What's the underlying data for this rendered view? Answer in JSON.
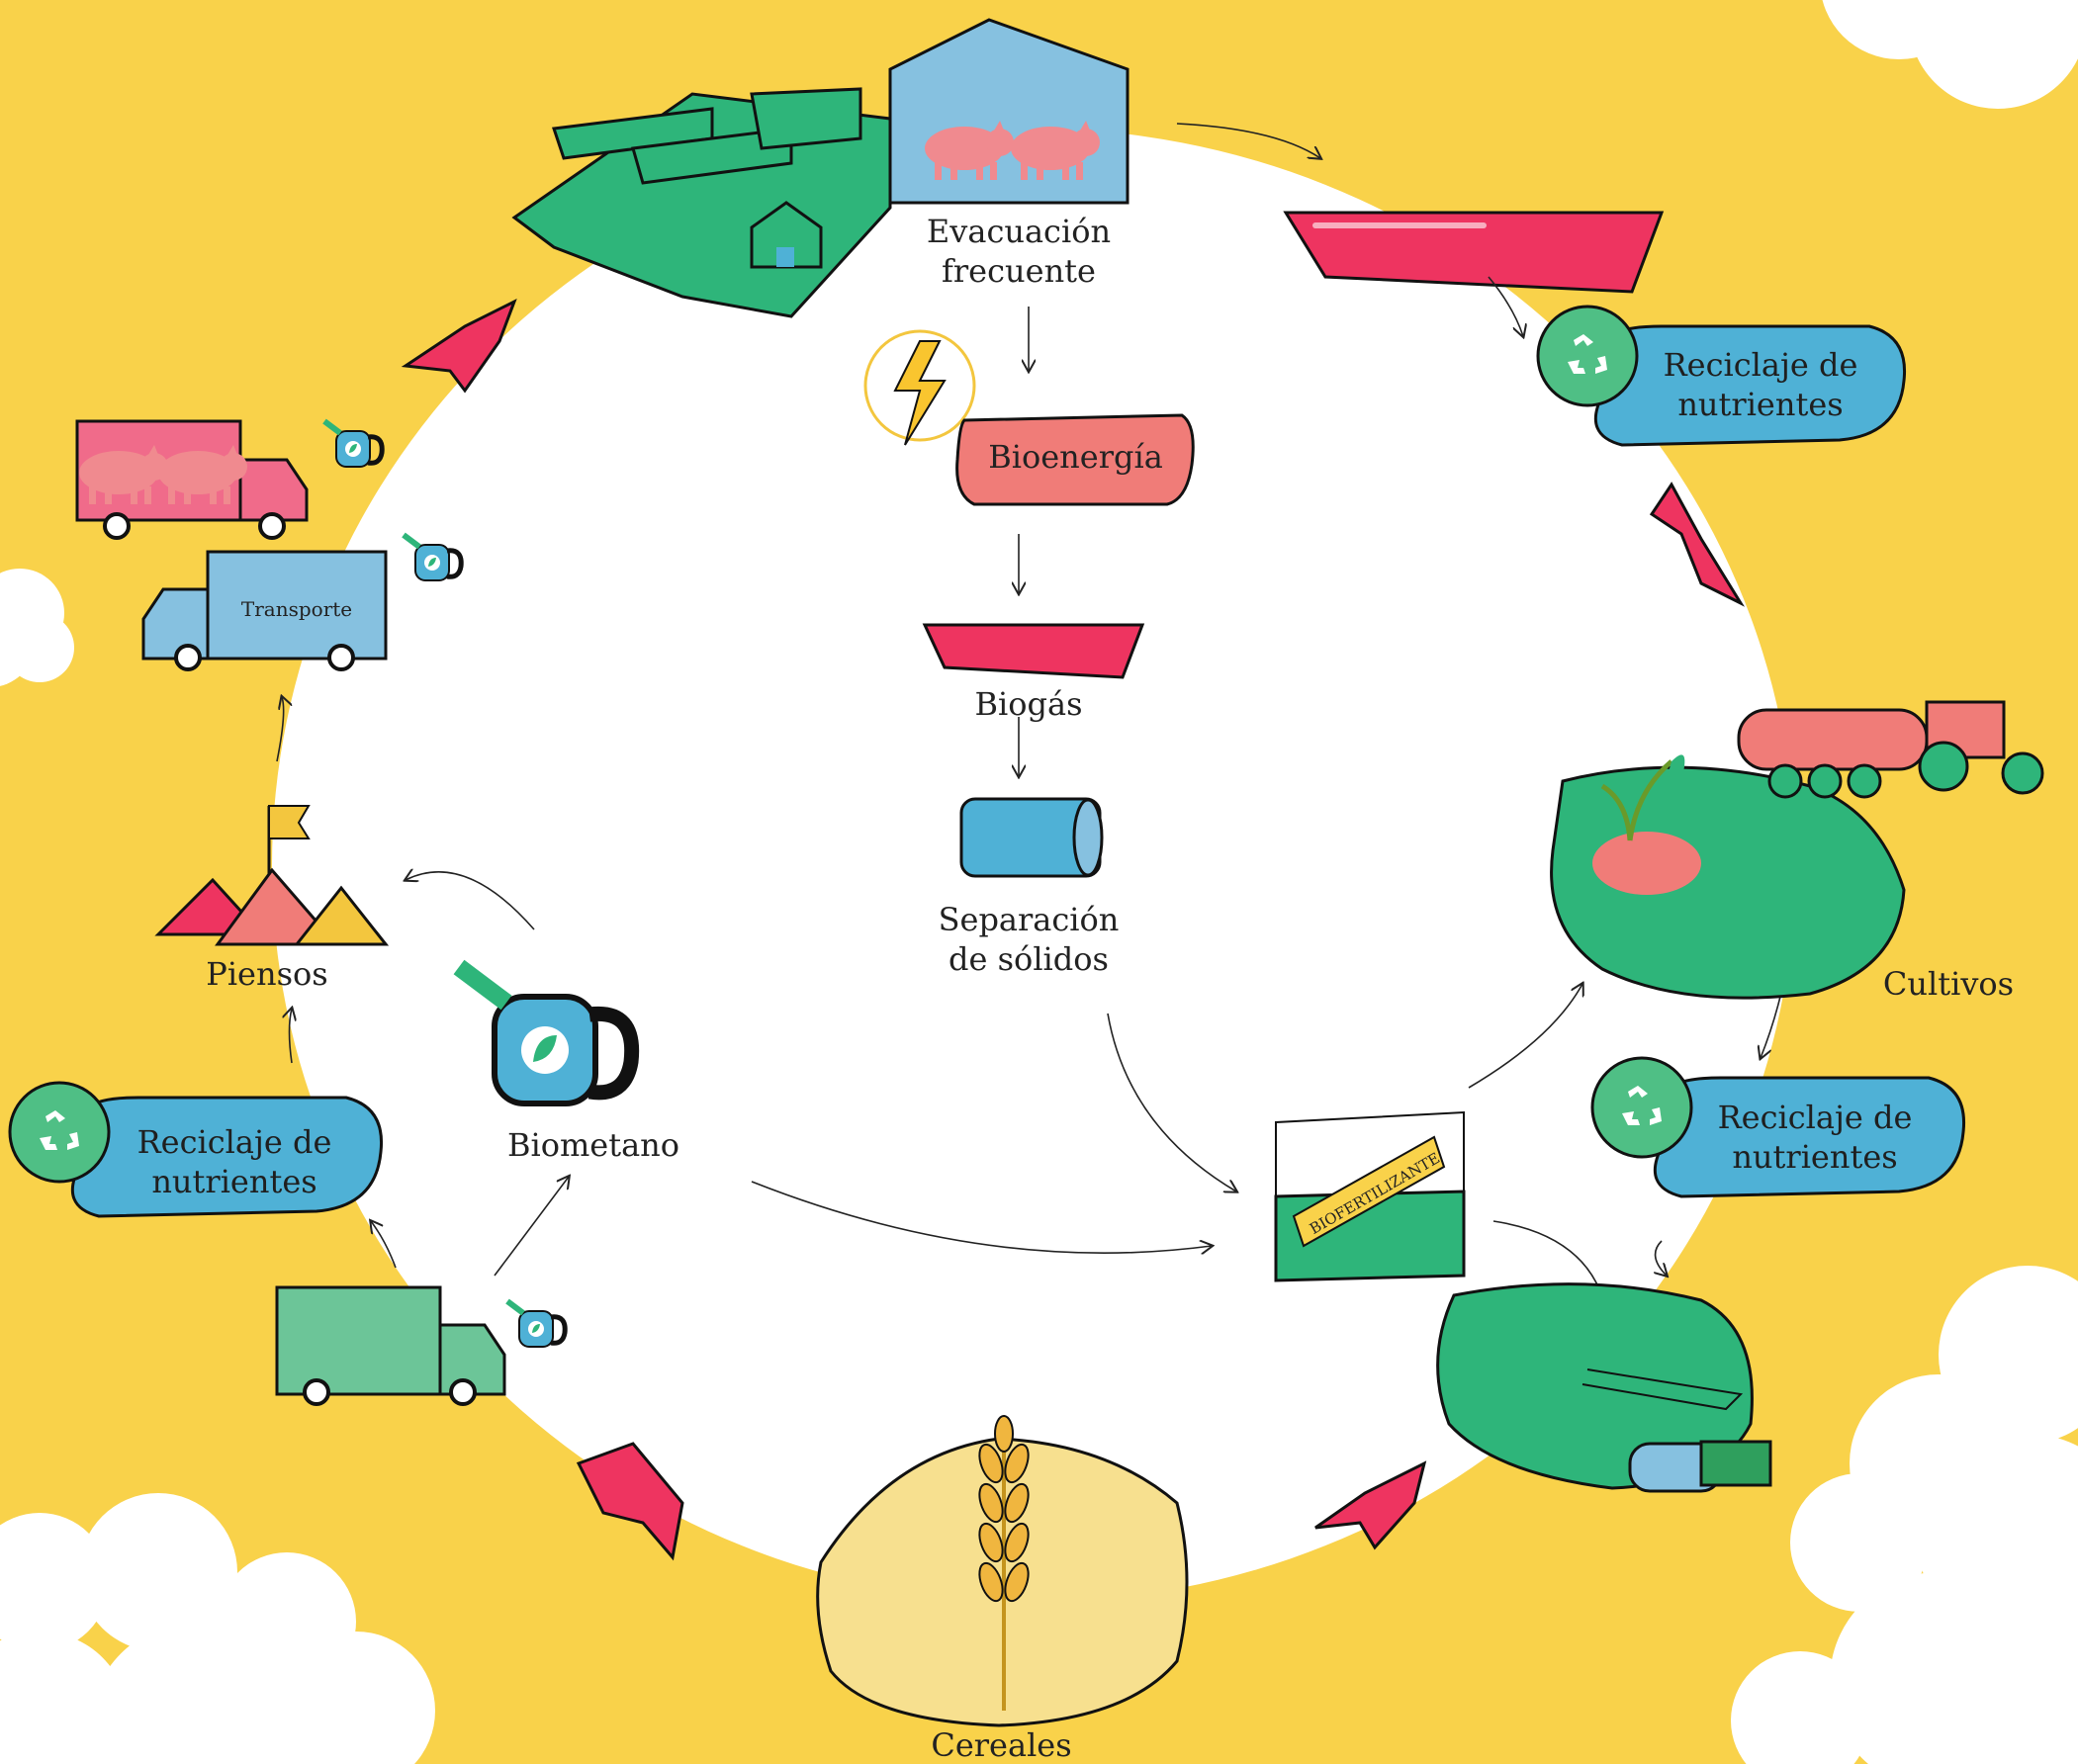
{
  "labels": {
    "evacuacion": "Evacuación\nfrecuente",
    "bioenergia": "Bioenergía",
    "biogas": "Biogás",
    "separacion": "Separación\nde sólidos",
    "biometano": "Biometano",
    "piensos": "Piensos",
    "cultivos": "Cultivos",
    "cereales": "Cereales",
    "reciclaje_top": "Reciclaje de\nnutrientes",
    "reciclaje_right": "Reciclaje de\nnutrientes",
    "reciclaje_left": "Reciclaje de\nnutrientes",
    "transporte": "Transporte",
    "biofertilizante": "BIOFERTILIZANTE"
  },
  "colors": {
    "background": "#f9d24a",
    "circle": "#ffffff",
    "pink": "#ee3460",
    "salmon": "#f07c78",
    "green": "#2eb57a",
    "blue": "#4fb1d6",
    "light_blue": "#86c1e0",
    "wheat": "#f7e08f"
  },
  "icons": [
    "bolt-icon",
    "recycle-icon",
    "leaf-icon",
    "pig-icon",
    "flag-icon",
    "wheat-icon",
    "tractor-icon",
    "truck-icon",
    "fuel-can-icon"
  ]
}
